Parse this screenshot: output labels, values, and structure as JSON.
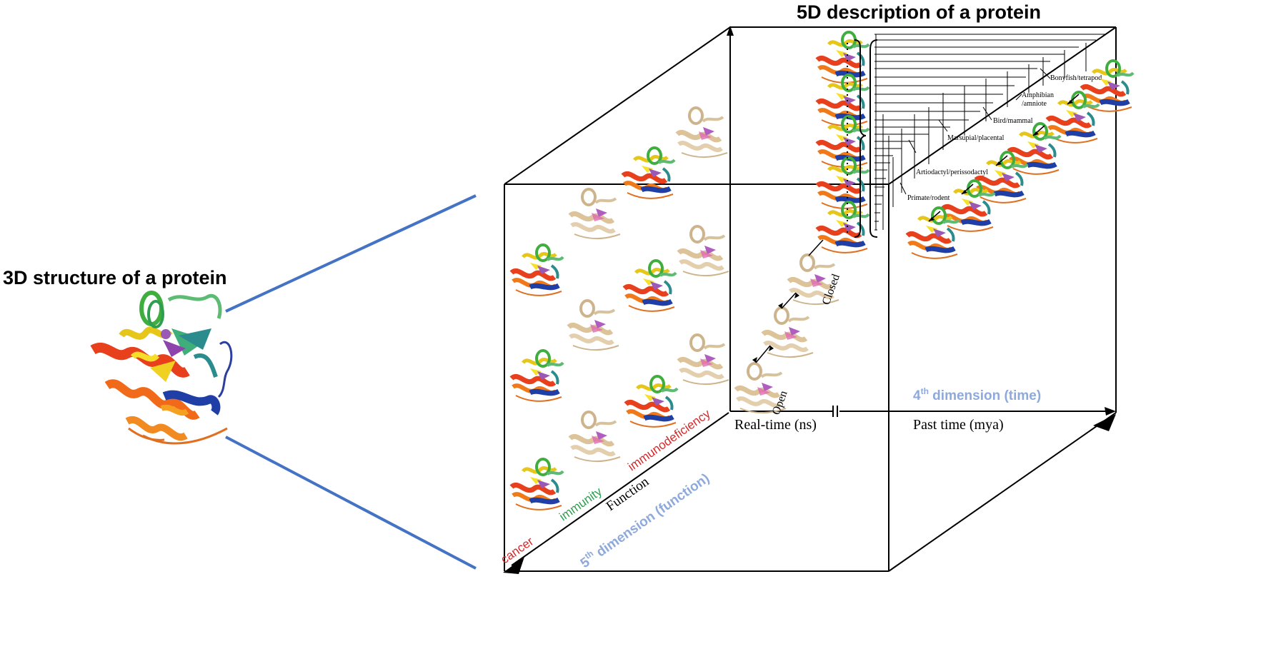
{
  "left_title": "3D structure of a protein",
  "right_title": "5D description of a protein",
  "dim4": {
    "prefix": "4",
    "sup": "th",
    "rest": " dimension (time)"
  },
  "dim5": {
    "prefix": "5",
    "sup": "th",
    "rest": " dimension (function)"
  },
  "axis_real_time": "Real-time (ns)",
  "axis_past_time": "Past time (mya)",
  "function_label": "Function",
  "func_cancer": "cancer",
  "func_immunity": "immunity",
  "func_immunodeficiency": "immunodeficiency",
  "state_open": "Open",
  "state_closed": "Closed",
  "tree_labels": {
    "bonyfish": "Bonyfish/tetrapod",
    "amphibian_line1": "Amphibian",
    "amphibian_line2": "/amniote",
    "bird": "Bird/mammal",
    "marsupial": "Marsupial/placental",
    "artiodactyl": "Artiodactyl/perissodactyl",
    "primate": "Primate/rodent"
  },
  "colors": {
    "connector_blue": "#4472c4",
    "dim_label_blue": "#8ea9db",
    "cancer_red": "#d62828",
    "immunity_green": "#2e9e4f",
    "immunodeficiency_red": "#d62828",
    "edge_black": "#000000"
  }
}
